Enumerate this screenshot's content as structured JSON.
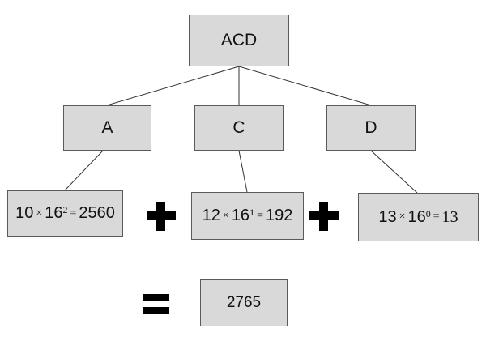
{
  "tree": {
    "root": "ACD",
    "children": [
      "A",
      "C",
      "D"
    ]
  },
  "terms": [
    {
      "coef": "10",
      "times": "×",
      "base": "16",
      "exp": "2",
      "eq": "=",
      "value": "2560"
    },
    {
      "coef": "12",
      "times": "×",
      "base": "16",
      "exp": "1",
      "eq": "=",
      "value": "192"
    },
    {
      "coef": "13",
      "times": "×",
      "base": "16",
      "exp": "0",
      "eq": "=",
      "value": "13"
    }
  ],
  "operators": {
    "plus": "+",
    "equals": "="
  },
  "result": "2765",
  "colors": {
    "box_fill": "#d9d9d9",
    "box_border": "#5a5a5a",
    "line": "#333333",
    "operator": "#000000"
  }
}
